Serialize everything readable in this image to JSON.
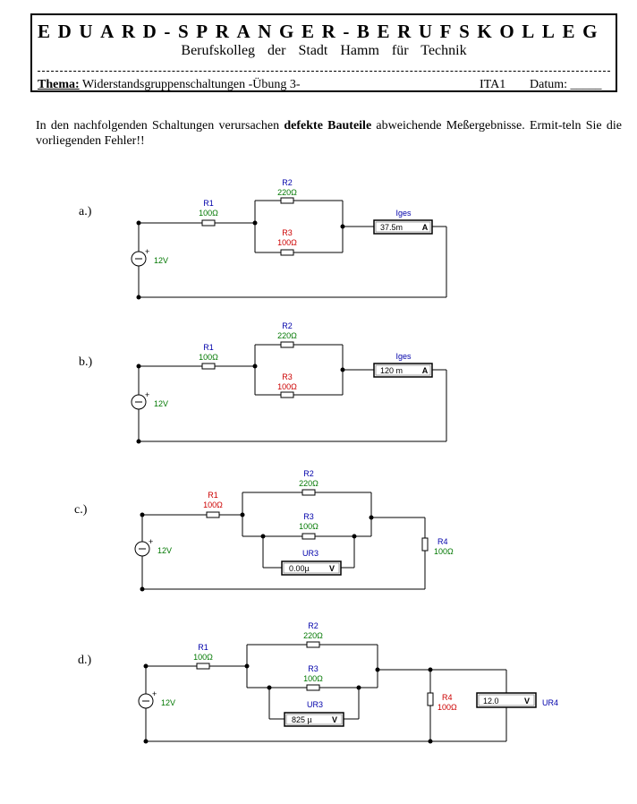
{
  "header": {
    "school": "EDUARD-SPRANGER-BERUFSKOLLEG",
    "subtitle": "Berufskolleg der Stadt Hamm für Technik",
    "thema_label": "Thema:",
    "thema_text": "Widerstandsgruppenschaltungen -Übung 3-",
    "class": "ITA1",
    "datum": "Datum: _____"
  },
  "intro": {
    "before": "In den nachfolgenden Schaltungen  verursachen ",
    "bold": "defekte Bauteile",
    "after": " abweichende Meßergebnisse.  Ermit-teln Sie die vorliegenden Fehler!!"
  },
  "circuits": {
    "a": {
      "label": "a.)",
      "source": "12V",
      "r1_name": "R1",
      "r1_val": "100Ω",
      "r2_name": "R2",
      "r2_val": "220Ω",
      "r3_name": "R3",
      "r3_val": "100Ω",
      "meter_name": "Iges",
      "meter_value": "37.5m",
      "meter_unit": "A"
    },
    "b": {
      "label": "b.)",
      "source": "12V",
      "r1_name": "R1",
      "r1_val": "100Ω",
      "r2_name": "R2",
      "r2_val": "220Ω",
      "r3_name": "R3",
      "r3_val": "100Ω",
      "meter_name": "Iges",
      "meter_value": "120 m",
      "meter_unit": "A"
    },
    "c": {
      "label": "c.)",
      "source": "12V",
      "r1_name": "R1",
      "r1_val": "100Ω",
      "r2_name": "R2",
      "r2_val": "220Ω",
      "r3_name": "R3",
      "r3_val": "100Ω",
      "r4_name": "R4",
      "r4_val": "100Ω",
      "meter_name": "UR3",
      "meter_value": "0.00µ",
      "meter_unit": "V"
    },
    "d": {
      "label": "d.)",
      "source": "12V",
      "r1_name": "R1",
      "r1_val": "100Ω",
      "r2_name": "R2",
      "r2_val": "220Ω",
      "r3_name": "R3",
      "r3_val": "100Ω",
      "r4_name": "R4",
      "r4_val": "100Ω",
      "meter_name": "UR3",
      "meter_value": "825 µ",
      "meter_unit": "V",
      "meter2_name": "UR4",
      "meter2_value": "12.0",
      "meter2_unit": "V"
    }
  },
  "colors": {
    "name_blue": "#0000aa",
    "value_green": "#007700",
    "defect_red": "#cc0000",
    "wire": "#000000"
  }
}
